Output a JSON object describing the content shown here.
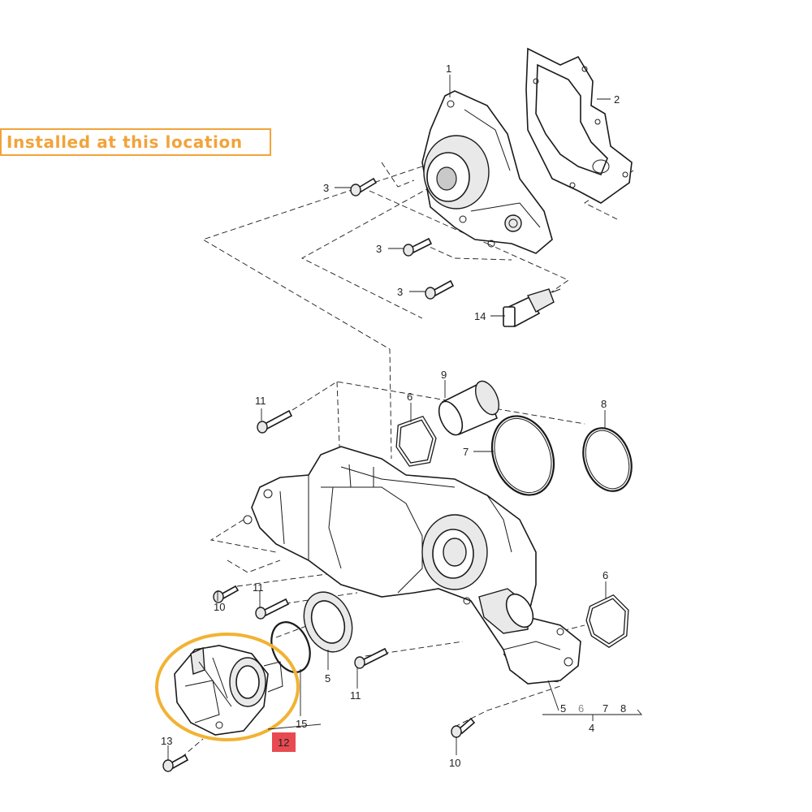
{
  "callout": {
    "text": "Installed at this location",
    "color": "#f2a33a"
  },
  "highlight": {
    "part_number": "12",
    "badge_color": "#e84a52",
    "circle_color": "#f2b233"
  },
  "part_labels": {
    "p1": "1",
    "p2": "2",
    "p3a": "3",
    "p3b": "3",
    "p3c": "3",
    "p14": "14",
    "p11a": "11",
    "p9": "9",
    "p6a": "6",
    "p8": "8",
    "p7": "7",
    "p10a": "10",
    "p11b": "11",
    "p6b": "6",
    "p5": "5",
    "p15": "15",
    "p11c": "11",
    "p13": "13",
    "p10b": "10",
    "p4": "4",
    "group4": [
      "5",
      "6",
      "7",
      "8"
    ]
  }
}
